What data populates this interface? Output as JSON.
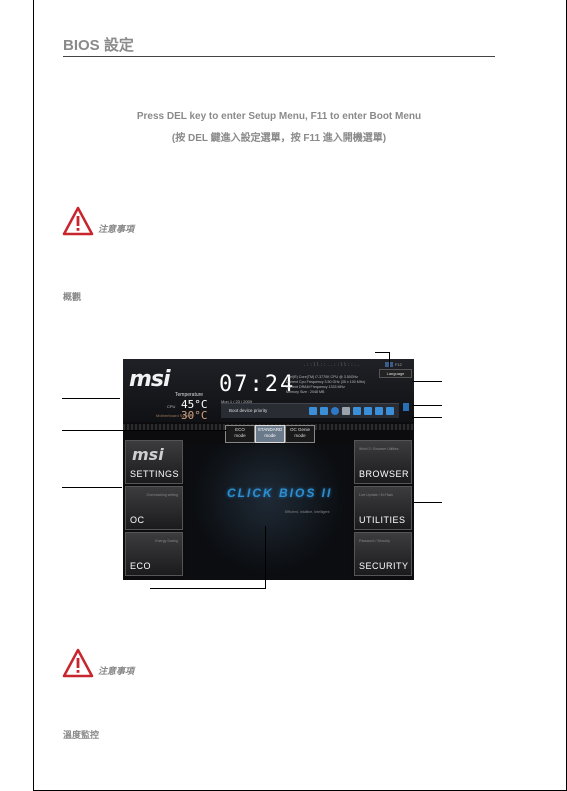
{
  "page": {
    "title": "BIOS 設定",
    "intro_en": "Press DEL key to enter Setup Menu, F11 to enter Boot Menu",
    "intro_zh": "(按 DEL 鍵進入設定選單，按 F11 進入開機選單)",
    "note1_label": "注意事項",
    "section1_heading": "概觀",
    "note2_label": "注意事項",
    "section2_heading": "溫度監控"
  },
  "bios": {
    "logo": "msi",
    "top_strip_text": ".::ll::..::ll::..",
    "f12_label": "F12",
    "language_button": "Language",
    "temperature_title": "Temperature",
    "cpu_label": "CPU",
    "motherboard_label": "Motherboard System",
    "cpu_temp": "45°C",
    "motherboard_temp": "30°C",
    "clock": "07:24",
    "date": "Mon  1 / 23 / 2009",
    "version": "Version  E7881IMS V1.0B4",
    "sysinfo": [
      "Intel(R) Core(TM) i7-3770K CPU @ 3.50GHz",
      "Current Cpu Frequency 3.50 GHz (35 x 100 MHz)",
      "Current DRAM Frequency 1333 MHz",
      "Memory Size : 2048 MB"
    ],
    "boot_device_priority": "Boot device priority",
    "boot_devices": [
      {
        "name": "hdd-icon",
        "color": "#3a8fd8"
      },
      {
        "name": "hdd-icon",
        "color": "#3a8fd8"
      },
      {
        "name": "cd-icon",
        "color": "#2f78c8"
      },
      {
        "name": "floppy-icon",
        "color": "#9aa2ad"
      },
      {
        "name": "usb-icon",
        "color": "#3a8fd8"
      },
      {
        "name": "usb-icon",
        "color": "#3a8fd8"
      },
      {
        "name": "usb-icon",
        "color": "#3a8fd8"
      },
      {
        "name": "usb-icon",
        "color": "#3a8fd8"
      }
    ],
    "modes": [
      {
        "label": "ECO",
        "sub": "mode",
        "active": false
      },
      {
        "label": "STANDARD",
        "sub": "mode",
        "active": true
      },
      {
        "label": "OC Genie",
        "sub": "mode",
        "active": false
      }
    ],
    "left_tiles": [
      {
        "label": "SETTINGS",
        "small": ""
      },
      {
        "label": "OC",
        "small": "Overclocking setting"
      },
      {
        "label": "ECO",
        "small": "Energy Saving"
      }
    ],
    "right_tiles": [
      {
        "label": "BROWSER",
        "small": "Winki 3 / Browser Utilities"
      },
      {
        "label": "UTILITIES",
        "small": "Live Update / M-Flash"
      },
      {
        "label": "SECURITY",
        "small": "Password / Security"
      }
    ],
    "click_bios": "CLICK BIOS II",
    "click_tagline": "Efficient, Intuitive, Intelligent"
  },
  "colors": {
    "heading_gray": "#8a8a8a",
    "warning_red": "#c8252c",
    "bios_accent_blue": "#2d8ecf"
  }
}
